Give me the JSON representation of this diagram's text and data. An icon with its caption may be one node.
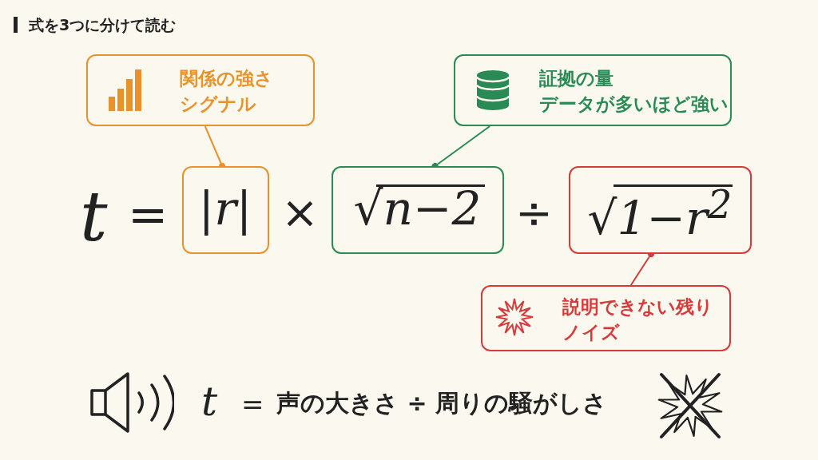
{
  "diagram": {
    "title": "式を3つに分けて読む",
    "nodes": [
      {
        "text": [
          "関係の強さ",
          "シグナル"
        ]
      },
      {
        "text": [
          "証拠の量",
          "データが多いほど強い"
        ]
      },
      {
        "text": [
          "|r|"
        ]
      },
      {
        "text": [
          "√n−2"
        ]
      },
      {
        "text": [
          "√1−r$^{2}$"
        ]
      },
      {
        "text": [
          "説明できない残り",
          "ノイズ"
        ]
      }
    ],
    "edges": [
      {
        "from": 0,
        "to": 2,
        "arrow": "other",
        "color": "#e8922a"
      },
      {
        "from": 1,
        "to": 3,
        "arrow": "other",
        "color": "#2a8a55"
      },
      {
        "from": 5,
        "to": 4,
        "arrow": "other",
        "color": "#d83a3a"
      }
    ],
    "labels": [
      "t",
      "=",
      "×",
      "÷",
      "t",
      "=",
      "声の大きさ ÷ 周りの騒がしさ"
    ]
  }
}
